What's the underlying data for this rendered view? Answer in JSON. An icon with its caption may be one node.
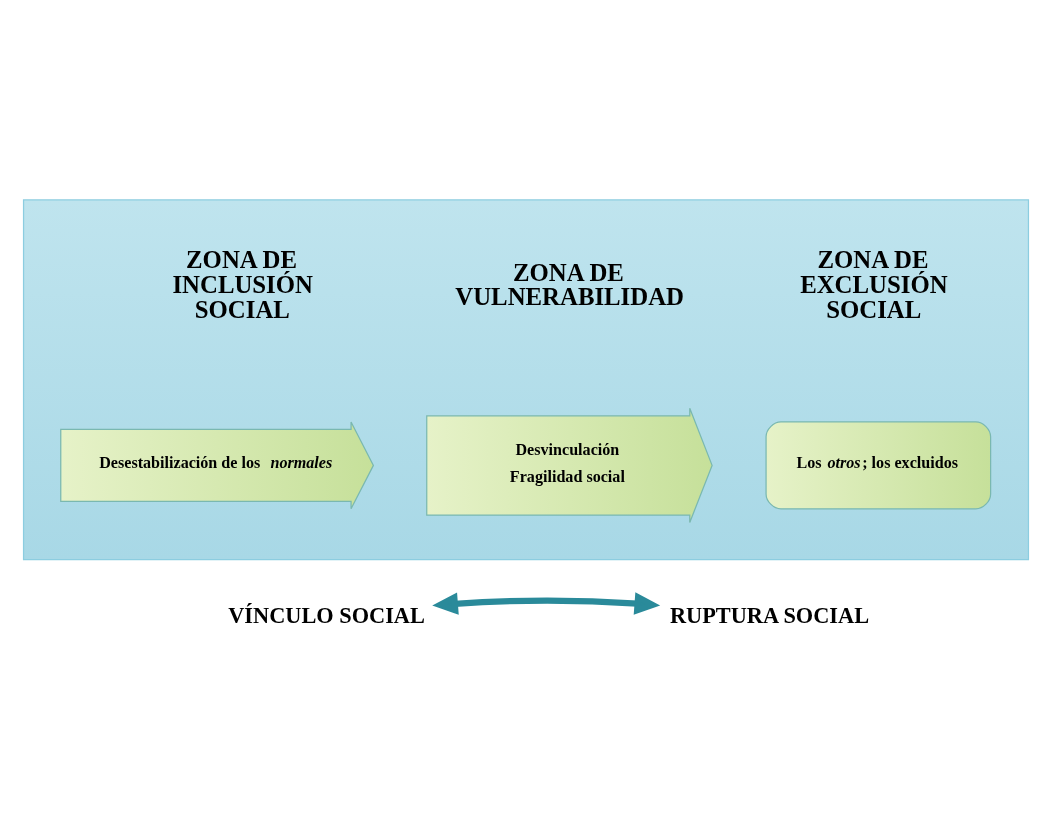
{
  "diagram": {
    "nodes": [
      {
        "text": [],
        "shape": "box"
      },
      {
        "text": [
          "ZONA DE INCLUSIÓN SOCIAL"
        ],
        "in": 0
      },
      {
        "text": [
          "ZONA DE VULNERABILIDAD"
        ],
        "in": 0
      },
      {
        "text": [
          "ZONA DE EXCLUSIÓN SOCIAL"
        ],
        "in": 0
      },
      {
        "text": [
          "Desestabilización de los *normales*"
        ],
        "in": 0
      },
      {
        "text": [
          "Desvinculación",
          "Fragilidad social"
        ],
        "in": 0
      },
      {
        "text": [
          "Los *otros*; los excluidos"
        ],
        "in": 0
      },
      {
        "text": [
          "VÍNCULO SOCIAL"
        ]
      },
      {
        "text": [
          "RUPTURA SOCIAL"
        ]
      }
    ],
    "edges": [
      {
        "from": 7,
        "to": 8,
        "arrow": "both",
        "color": "#2a8a9a"
      }
    ]
  }
}
